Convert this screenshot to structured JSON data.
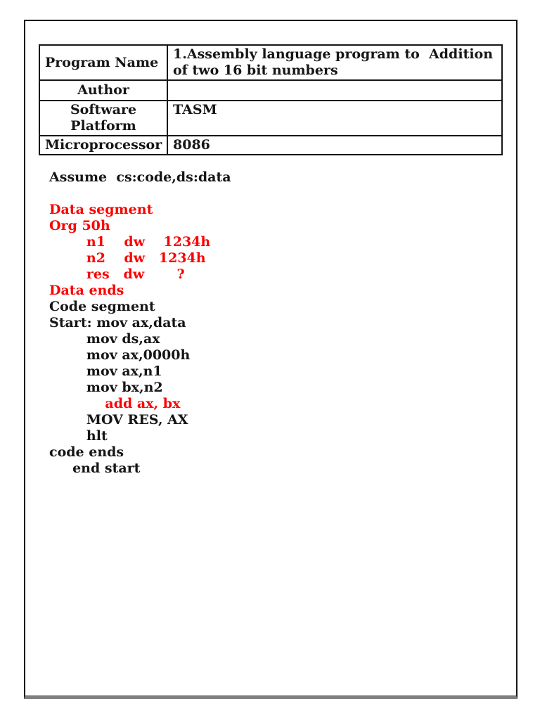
{
  "colors": {
    "ink": "#161616",
    "red": "#fb0200",
    "shadow": "#7f7f7f",
    "page_background": "#ffffff"
  },
  "info_table": {
    "rows": [
      {
        "label": "Program Name",
        "value": "1.Assembly language program to  Addition\nof two 16 bit numbers"
      },
      {
        "label": "Author",
        "value": ""
      },
      {
        "label": "Software\nPlatform",
        "value": "TASM"
      },
      {
        "label": "Microprocessor",
        "value": "8086"
      }
    ]
  },
  "code": {
    "lines": [
      {
        "text": "Assume  cs:code,ds:data",
        "color": "black"
      },
      {
        "text": "",
        "color": "black"
      },
      {
        "text": "Data segment",
        "color": "red"
      },
      {
        "text": "Org 50h",
        "color": "red"
      },
      {
        "text": "        n1    dw    1234h",
        "color": "red"
      },
      {
        "text": "        n2    dw   1234h",
        "color": "red"
      },
      {
        "text": "        res   dw       ?",
        "color": "red"
      },
      {
        "text": "Data ends",
        "color": "red"
      },
      {
        "text": "Code segment",
        "color": "black"
      },
      {
        "text": "Start: mov ax,data",
        "color": "black"
      },
      {
        "text": "        mov ds,ax",
        "color": "black"
      },
      {
        "text": "        mov ax,0000h",
        "color": "black"
      },
      {
        "text": "        mov ax,n1",
        "color": "black"
      },
      {
        "text": "        mov bx,n2",
        "color": "black"
      },
      {
        "text": "            add ax, bx",
        "color": "red"
      },
      {
        "text": "        MOV RES, AX",
        "color": "black"
      },
      {
        "text": "        hlt",
        "color": "black"
      },
      {
        "text": "code ends",
        "color": "black"
      },
      {
        "text": "     end start",
        "color": "black"
      }
    ]
  }
}
